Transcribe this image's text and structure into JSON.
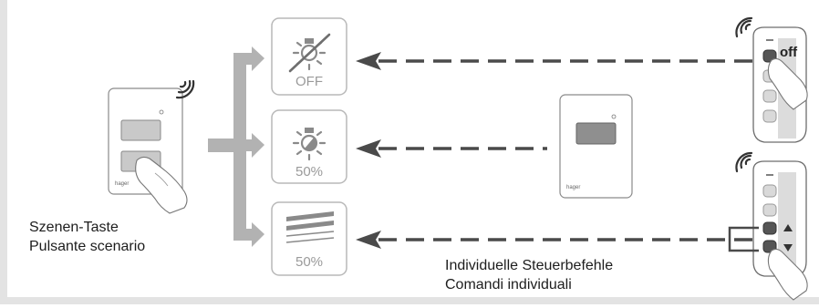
{
  "scene_button": {
    "label_de": "Szenen-Taste",
    "label_it": "Pulsante scenario",
    "brand": "hager"
  },
  "wall_switch": {
    "brand": "hager"
  },
  "tiles": [
    {
      "id": "light-off",
      "icon": "crossed-bulb-icon",
      "text": "OFF"
    },
    {
      "id": "light-dim",
      "icon": "bulb-icon",
      "text": "50%"
    },
    {
      "id": "blind",
      "icon": "blind-slats-icon",
      "text": "50%"
    }
  ],
  "remote_top": {
    "button_text": "off"
  },
  "individual_commands": {
    "label_de": "Individuelle Steuerbefehle",
    "label_it": "Comandi individuali"
  },
  "colors": {
    "frame": "#e3e3e3",
    "arrow": "#b2b2b2",
    "dash": "#4a4a4a",
    "tile_border": "#b8b8b8"
  }
}
